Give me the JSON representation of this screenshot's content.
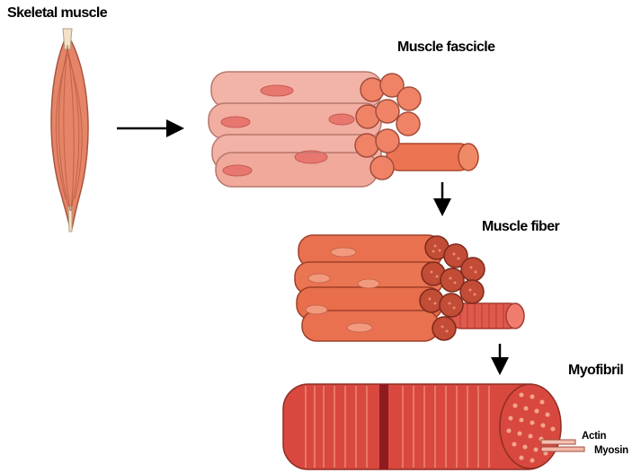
{
  "labels": {
    "skeletal_muscle": "Skeletal muscle",
    "muscle_fascicle": "Muscle fascicle",
    "muscle_fiber": "Muscle fiber",
    "myofibril": "Myofibril",
    "actin": "Actin",
    "myosin": "Myosin"
  },
  "colors": {
    "muscle": "#e27d5e",
    "fascicle": "#f3b2a6",
    "fiber": "#e86f4e",
    "myofibril": "#d5453a",
    "arrow": "#000000"
  }
}
